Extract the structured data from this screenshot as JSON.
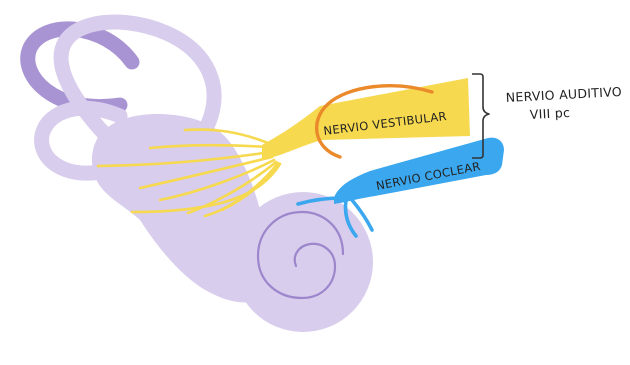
{
  "labels": {
    "vestibular": "NERVIO VESTIBULAR",
    "coclear": "NERVIO COCLEAR",
    "auditivo_line1": "NERVIO AUDITIVO",
    "auditivo_line2": "VIII pc"
  },
  "colors": {
    "labyrinth": "#d8cdec",
    "canal_dark": "#a994d3",
    "cochlea_spiral": "#9c86cc",
    "vestibular_nerve": "#f6d94e",
    "cochlear_nerve": "#3aa7ee",
    "orange_loop": "#ea8a2b",
    "bracket": "#333333",
    "text": "#222222"
  }
}
